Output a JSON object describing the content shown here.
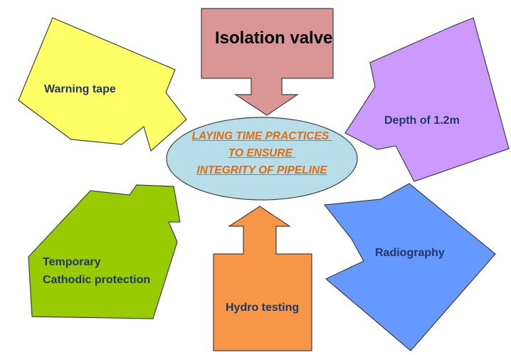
{
  "diagram": {
    "center": {
      "lines": [
        "LAYING TIME PRACTICES ",
        "TO ENSURE ",
        "INTEGRITY OF PIPELINE"
      ],
      "fill": "#b7dee8",
      "text_color": "#e46c0a"
    },
    "nodes": {
      "isolation_valve": {
        "label": "Isolation valve",
        "fill": "#d99694"
      },
      "warning_tape": {
        "label": "Warning tape",
        "fill": "#ffff66"
      },
      "depth": {
        "label": "Depth of 1.2m",
        "fill": "#cc99ff"
      },
      "cathodic": {
        "label_line1": "Temporary",
        "label_line2": "Cathodic protection",
        "fill": "#99cc00"
      },
      "hydro_testing": {
        "label": "Hydro testing",
        "fill": "#f79646"
      },
      "radiography": {
        "label": "Radiography",
        "fill": "#6699ff"
      }
    },
    "label_color": "#1f3864",
    "outline_color": "#404040"
  }
}
